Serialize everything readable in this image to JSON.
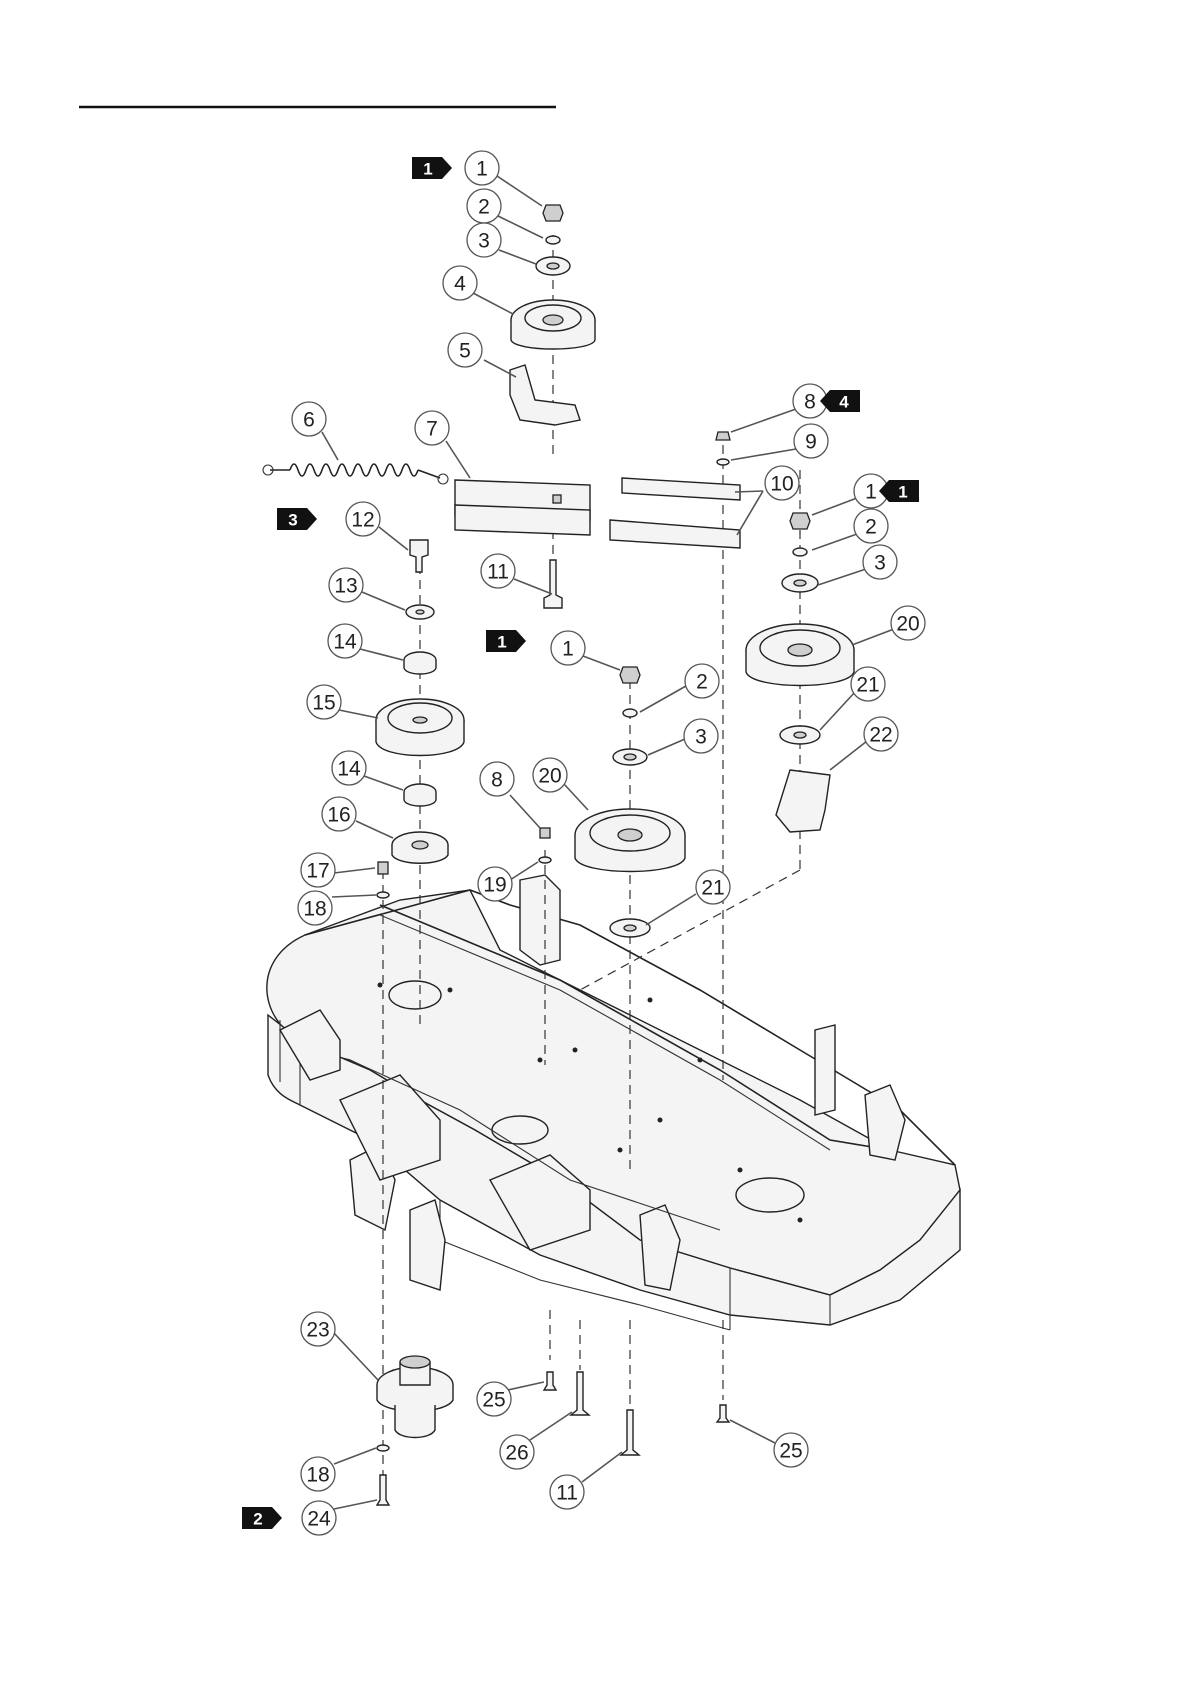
{
  "callouts": [
    {
      "n": "1"
    },
    {
      "n": "2"
    },
    {
      "n": "3"
    },
    {
      "n": "4"
    },
    {
      "n": "5"
    },
    {
      "n": "6"
    },
    {
      "n": "7"
    },
    {
      "n": "8"
    },
    {
      "n": "9"
    },
    {
      "n": "10"
    },
    {
      "n": "1"
    },
    {
      "n": "2"
    },
    {
      "n": "3"
    },
    {
      "n": "20"
    },
    {
      "n": "11"
    },
    {
      "n": "12"
    },
    {
      "n": "13"
    },
    {
      "n": "14"
    },
    {
      "n": "15"
    },
    {
      "n": "1"
    },
    {
      "n": "2"
    },
    {
      "n": "3"
    },
    {
      "n": "21"
    },
    {
      "n": "22"
    },
    {
      "n": "14"
    },
    {
      "n": "8"
    },
    {
      "n": "20"
    },
    {
      "n": "16"
    },
    {
      "n": "17"
    },
    {
      "n": "19"
    },
    {
      "n": "21"
    },
    {
      "n": "18"
    },
    {
      "n": "23"
    },
    {
      "n": "25"
    },
    {
      "n": "26"
    },
    {
      "n": "25"
    },
    {
      "n": "18"
    },
    {
      "n": "11"
    },
    {
      "n": "24"
    }
  ],
  "reference_tags": [
    {
      "n": "1"
    },
    {
      "n": "4"
    },
    {
      "n": "1"
    },
    {
      "n": "3"
    },
    {
      "n": "1"
    },
    {
      "n": "2"
    }
  ],
  "colors": {
    "line": "#222222",
    "callout_border": "#555555",
    "tag_fill": "#111111"
  }
}
